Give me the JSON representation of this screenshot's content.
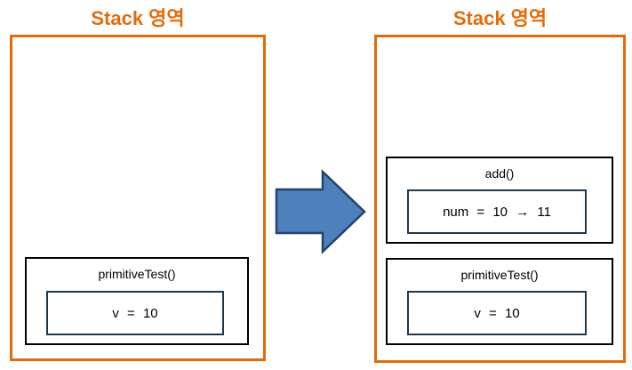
{
  "diagram": {
    "colors": {
      "accent_orange": "#E36C0A",
      "frame_border": "#000000",
      "value_border": "#1F3850",
      "arrow_fill": "#4E80BC",
      "arrow_stroke": "#24426B"
    },
    "before": {
      "title": "Stack 영역",
      "frames": [
        {
          "label": "primitiveTest()",
          "value": "v = 10"
        }
      ]
    },
    "after": {
      "title": "Stack 영역",
      "frames": [
        {
          "label": "add()",
          "value": "num = 10 → 11"
        },
        {
          "label": "primitiveTest()",
          "value": "v = 10"
        }
      ]
    },
    "arrow": {
      "icon": "right-block-arrow"
    }
  }
}
